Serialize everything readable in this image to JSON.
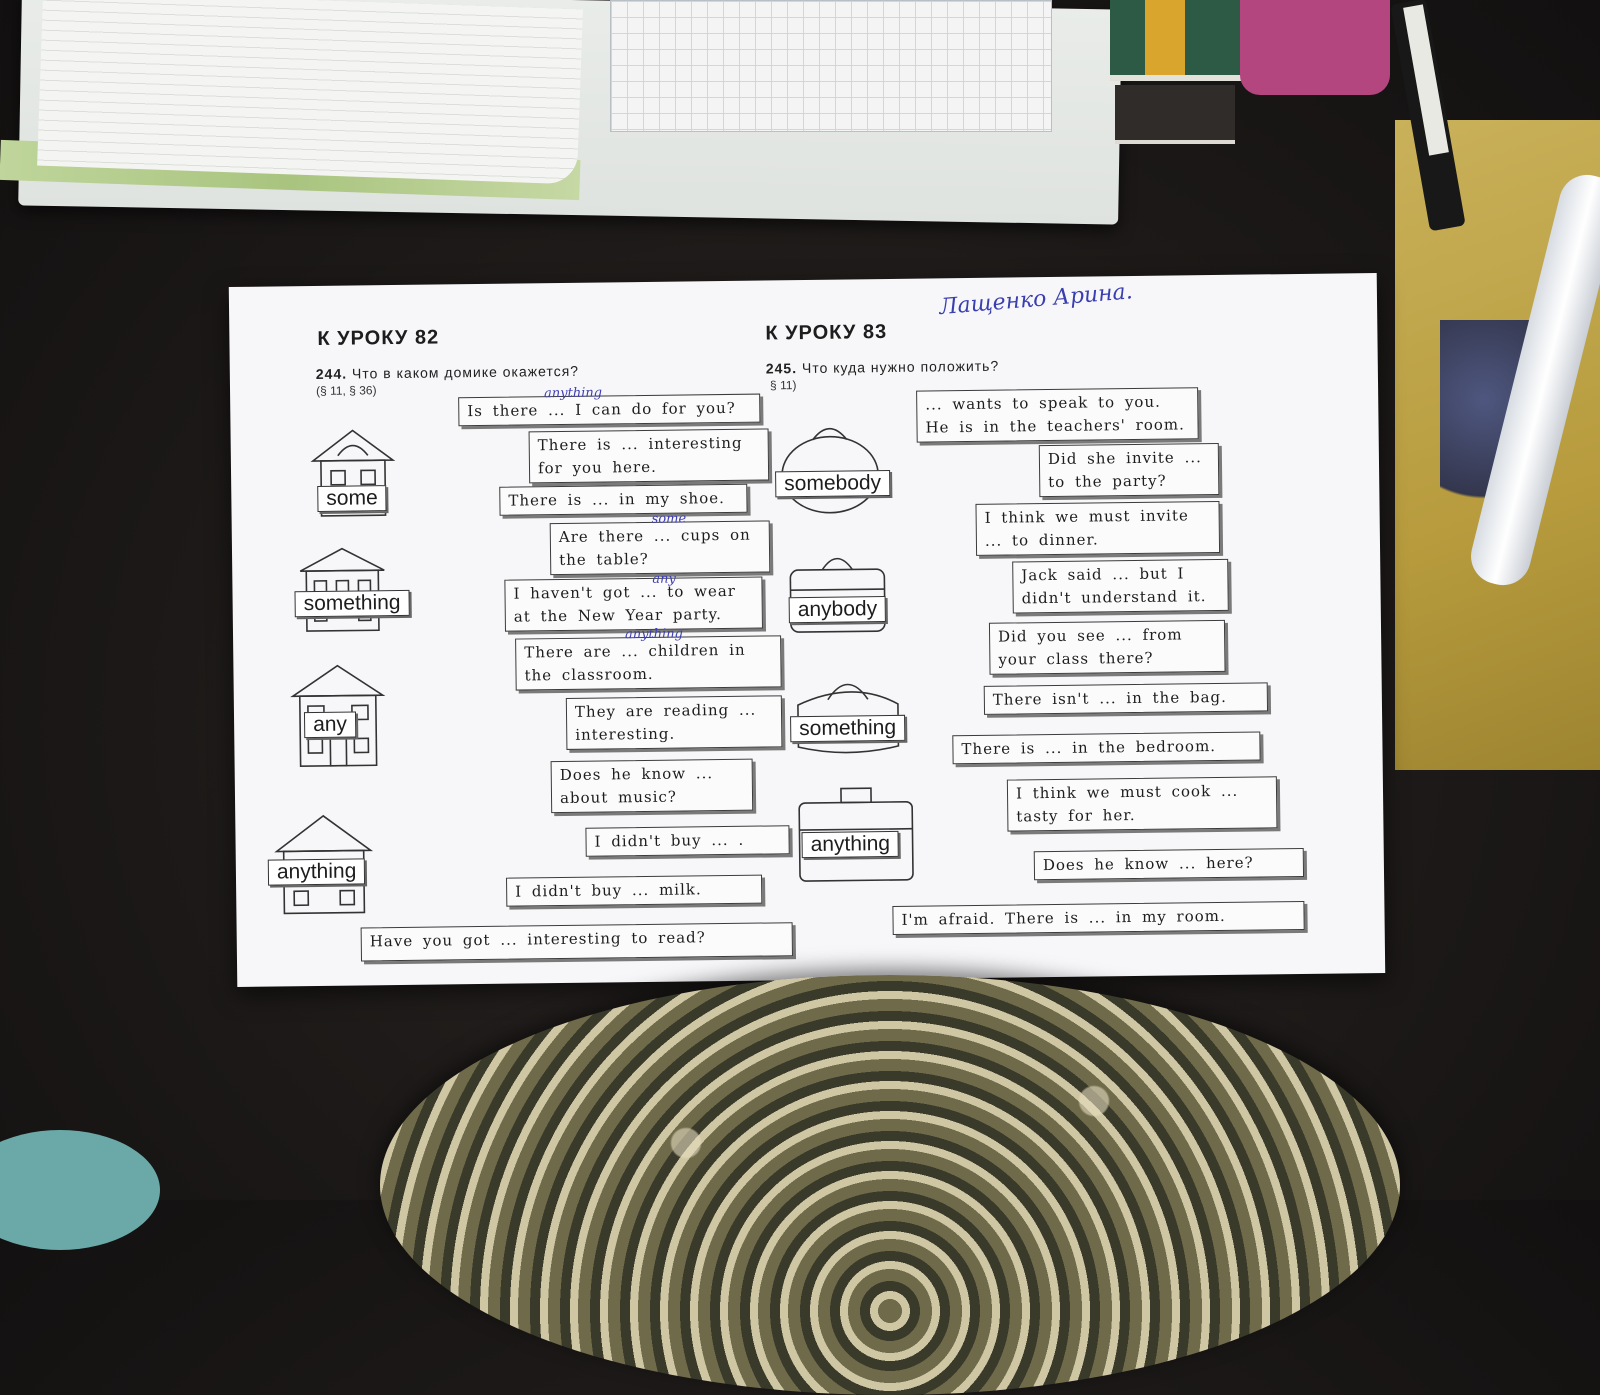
{
  "signature": "Лащенко Арина.",
  "left": {
    "lesson": "К УРОКУ 82",
    "task_number": "244.",
    "task_text": "Что в каком домике окажется?",
    "ref": "(§ 11, § 36)",
    "labels": [
      "some",
      "something",
      "any",
      "anything"
    ],
    "sentences": [
      "Is there ... I can do for you?",
      "There is ... interesting for you here.",
      "There is ... in my shoe.",
      "Are there ... cups on the table?",
      "I haven't got ... to wear at the New Year party.",
      "There are ... children in the classroom.",
      "They are reading ... interesting.",
      "Does he know ... about music?",
      "I didn't buy ... .",
      "I didn't buy ... milk.",
      "Have you got ... interesting to read?"
    ],
    "handwritten": [
      "anything",
      "some",
      "any",
      "anything"
    ]
  },
  "right": {
    "lesson": "К УРОКУ 83",
    "task_number": "245.",
    "task_text": "Что куда нужно положить?",
    "ref": "§ 11)",
    "labels": [
      "somebody",
      "anybody",
      "something",
      "anything"
    ],
    "sentences": [
      "... wants to speak to you. He is in the teachers' room.",
      "Did she invite ... to the party?",
      "I think we must invite ... to dinner.",
      "Jack said ... but I didn't understand it.",
      "Did you see ... from your class there?",
      "There isn't ... in the bag.",
      "There is ... in the bedroom.",
      "I think we must cook ... tasty for her.",
      "Does he know ... here?",
      "I'm afraid. There is ... in my room."
    ]
  }
}
